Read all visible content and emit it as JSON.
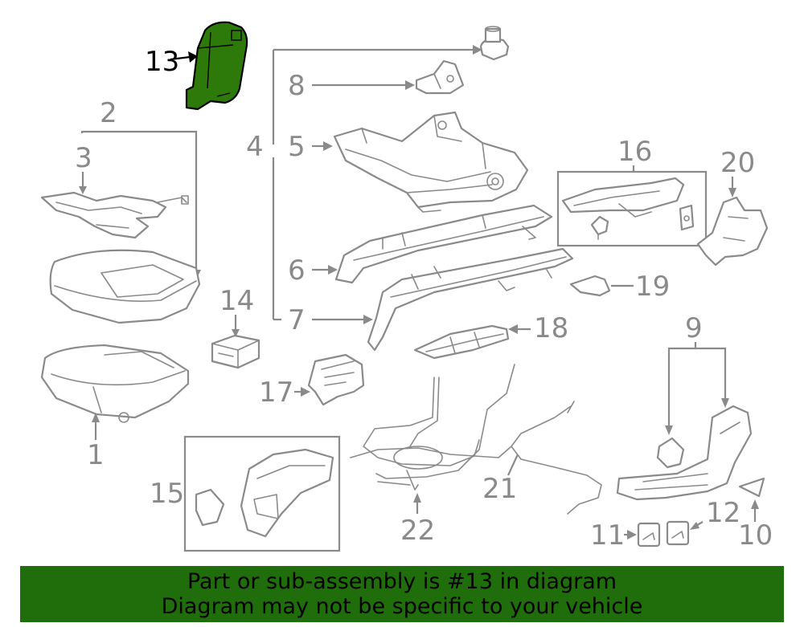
{
  "callouts": {
    "c1": "1",
    "c2": "2",
    "c3": "3",
    "c4": "4",
    "c5": "5",
    "c6": "6",
    "c7": "7",
    "c8": "8",
    "c9": "9",
    "c10": "10",
    "c11": "11",
    "c12": "12",
    "c13": "13",
    "c14": "14",
    "c15": "15",
    "c16": "16",
    "c17": "17",
    "c18": "18",
    "c19": "19",
    "c20": "20",
    "c21": "21",
    "c22": "22"
  },
  "highlighted_part": "13",
  "colors": {
    "highlight": "#2d7a0a",
    "banner": "#1f6e0b",
    "line": "#8a8a8a"
  },
  "banner": {
    "line1": "Part or sub-assembly is #13 in diagram",
    "line2": "Diagram may not be specific to your vehicle"
  }
}
